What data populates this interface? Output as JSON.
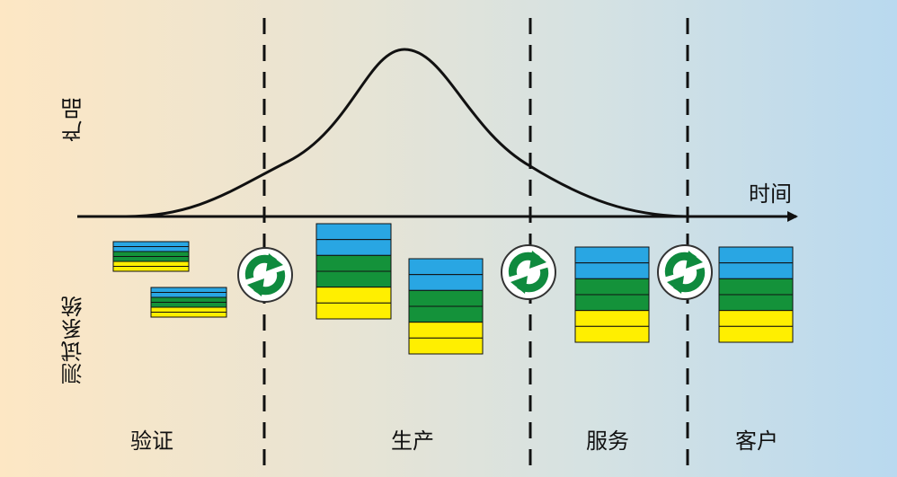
{
  "labels": {
    "y_top": "产品",
    "y_bottom": "测试系统",
    "x_axis": "时间"
  },
  "phases": [
    {
      "label": "验证"
    },
    {
      "label": "生产"
    },
    {
      "label": "服务"
    },
    {
      "label": "客户"
    }
  ],
  "colors": {
    "blue": "#29a6e3",
    "green": "#14923a",
    "yellow": "#ffef00",
    "curve": "#111111",
    "recycle_green": "#0f8a3e"
  },
  "stacks": [
    {
      "phase": "验证",
      "layers": [
        "blue",
        "blue",
        "green",
        "green",
        "yellow",
        "yellow"
      ]
    },
    {
      "phase": "验证",
      "layers": [
        "blue",
        "blue",
        "green",
        "green",
        "yellow",
        "yellow"
      ]
    },
    {
      "phase": "生产",
      "layers": [
        "blue",
        "blue",
        "green",
        "green",
        "yellow",
        "yellow"
      ]
    },
    {
      "phase": "生产",
      "layers": [
        "blue",
        "blue",
        "green",
        "green",
        "yellow",
        "yellow"
      ]
    },
    {
      "phase": "服务",
      "layers": [
        "blue",
        "blue",
        "green",
        "green",
        "yellow",
        "yellow"
      ]
    },
    {
      "phase": "客户",
      "layers": [
        "blue",
        "blue",
        "green",
        "green",
        "yellow",
        "yellow"
      ]
    }
  ],
  "recycle_icons": 3
}
